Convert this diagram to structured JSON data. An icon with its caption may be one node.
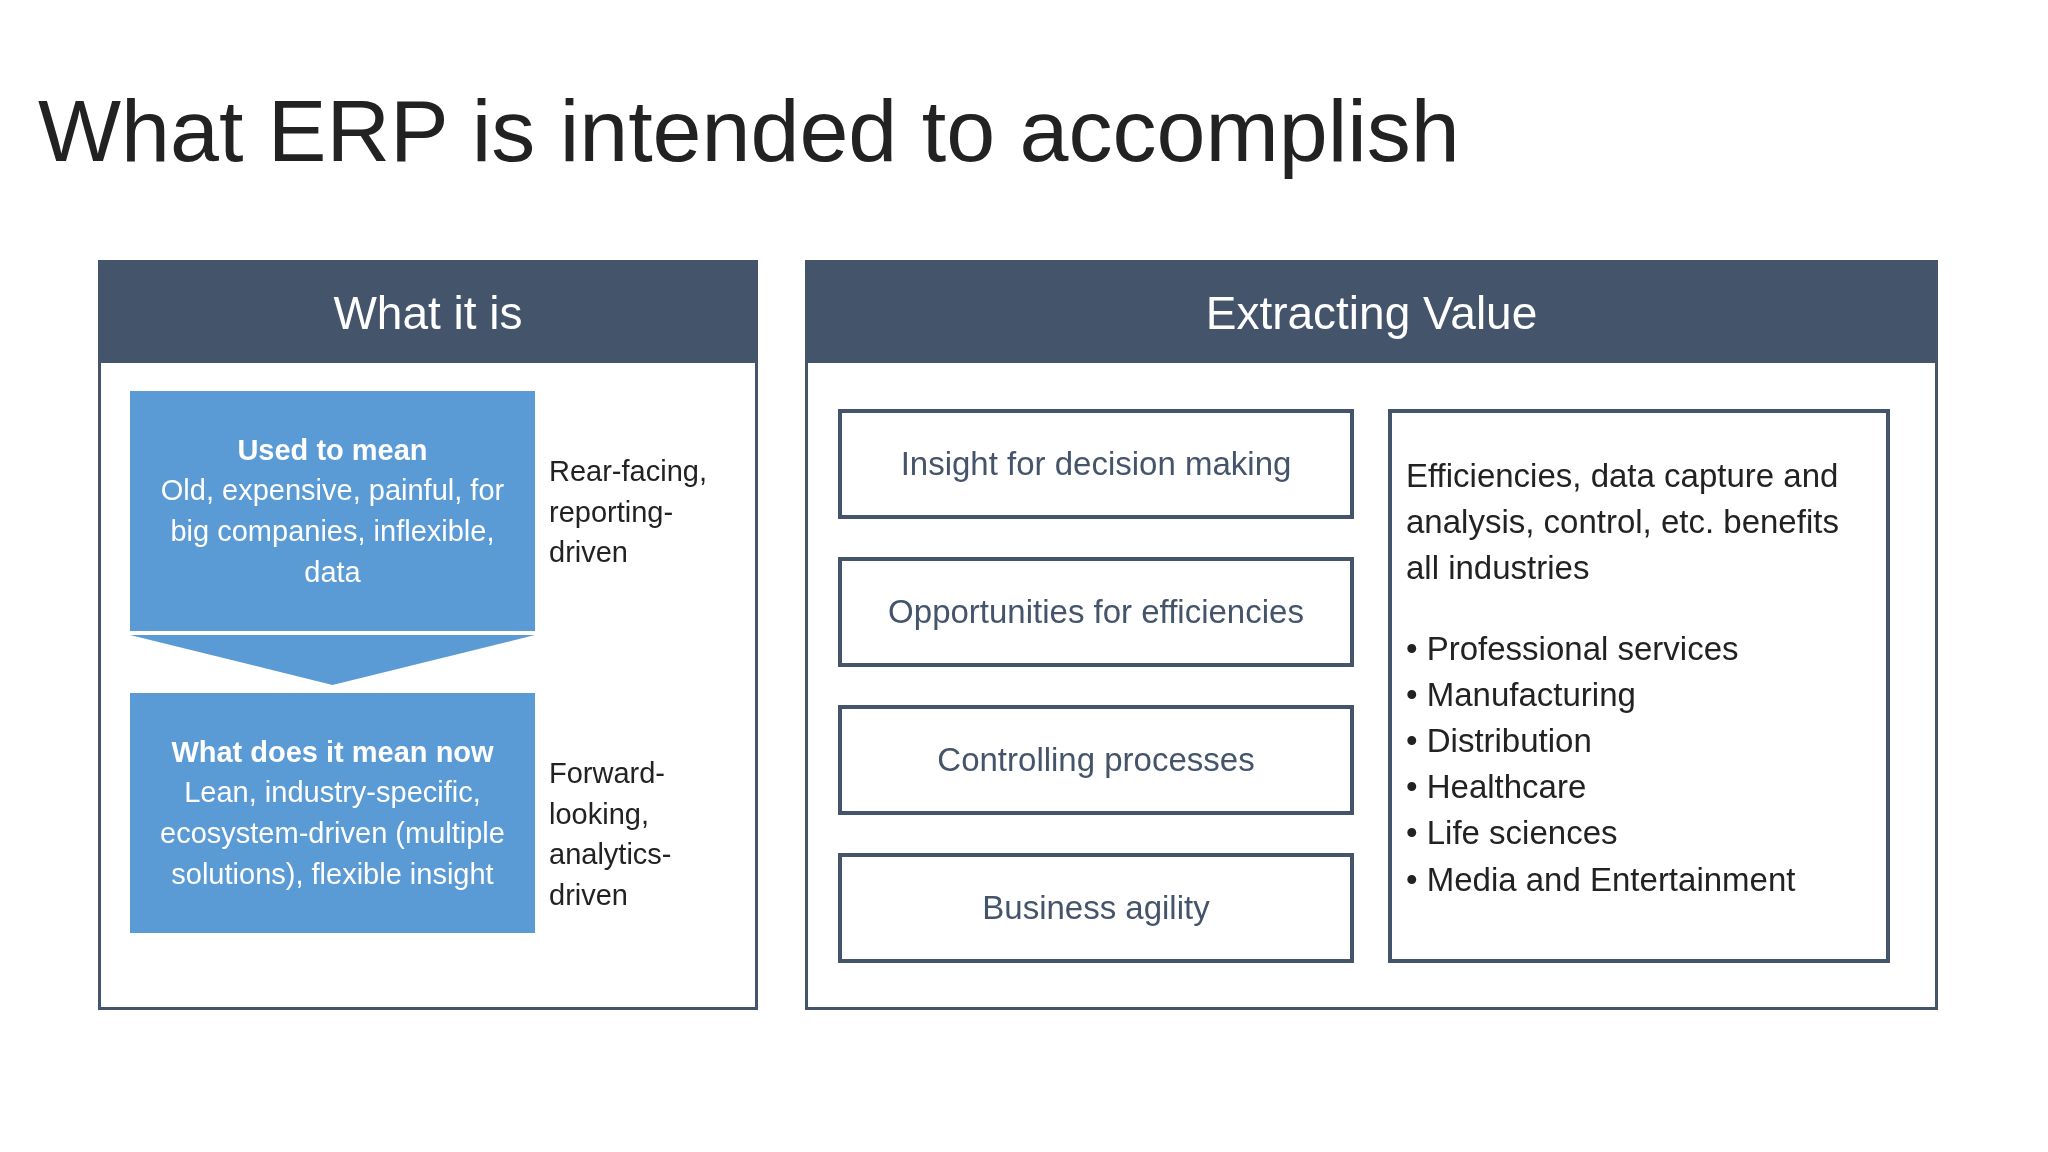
{
  "diagram": {
    "title": "What ERP is intended to accomplish",
    "nodes": [
      {
        "text": [
          "What it is"
        ]
      },
      {
        "text": [
          "Used to mean",
          "Old, expensive, painful, for big companies, inflexible, data"
        ],
        "beside": [
          "Rear-facing, reporting-driven"
        ],
        "in": 0
      },
      {
        "text": [
          "What does it mean now",
          "Lean, industry-specific, ecosystem-driven (multiple solutions), flexible insight"
        ],
        "beside": [
          "Forward-looking, analytics-driven"
        ],
        "in": 0
      },
      {
        "text": [
          "Extracting Value"
        ]
      },
      {
        "text": [
          "Insight for decision making"
        ],
        "in": 3
      },
      {
        "text": [
          "Opportunities for efficiencies"
        ],
        "in": 3
      },
      {
        "text": [
          "Controlling processes"
        ],
        "in": 3
      },
      {
        "text": [
          "Business agility"
        ],
        "in": 3
      },
      {
        "text": [
          "Efficiencies, data capture and analysis, control, etc. benefits all industries",
          "• Professional services",
          "• Manufacturing",
          "• Distribution",
          "• Healthcare",
          "• Life sciences",
          "• Media and Entertainment"
        ],
        "in": 3
      }
    ],
    "edges": [
      {
        "from": 1,
        "to": 2,
        "arrow": "to"
      }
    ]
  }
}
